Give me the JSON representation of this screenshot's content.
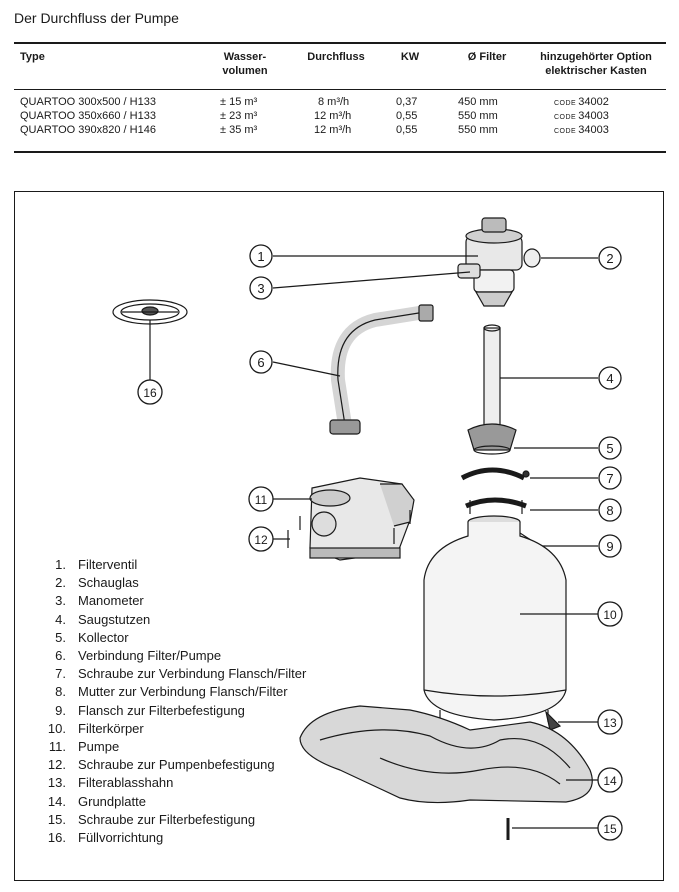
{
  "title": "Der Durchfluss der Pumpe",
  "table": {
    "headers": {
      "type": "Type",
      "wasser": [
        "Wasser-",
        "volumen"
      ],
      "durchfluss": "Durchfluss",
      "kw": "KW",
      "filter": "Ø Filter",
      "option": [
        "hinzugehörter Option",
        "elektrischer Kasten"
      ]
    },
    "rows": [
      {
        "type": "QUARTOO 300x500 / H133",
        "wasser": "± 15 m³",
        "durchfluss": "8 m³/h",
        "kw": "0,37",
        "filter": "450 mm",
        "code_prefix": "CODE",
        "code": "34002"
      },
      {
        "type": "QUARTOO 350x660 / H133",
        "wasser": "± 23 m³",
        "durchfluss": "12 m³/h",
        "kw": "0,55",
        "filter": "550 mm",
        "code_prefix": "CODE",
        "code": "34003"
      },
      {
        "type": "QUARTOO 390x820 / H146",
        "wasser": "± 35 m³",
        "durchfluss": "12 m³/h",
        "kw": "0,55",
        "filter": "550 mm",
        "code_prefix": "CODE",
        "code": "34003"
      }
    ]
  },
  "legend": [
    {
      "num": "1.",
      "label": "Filterventil"
    },
    {
      "num": "2.",
      "label": "Schauglas"
    },
    {
      "num": "3.",
      "label": "Manometer"
    },
    {
      "num": "4.",
      "label": "Saugstutzen"
    },
    {
      "num": "5.",
      "label": "Kollector"
    },
    {
      "num": "6.",
      "label": "Verbindung Filter/Pumpe"
    },
    {
      "num": "7.",
      "label": "Schraube zur Verbindung Flansch/Filter"
    },
    {
      "num": "8.",
      "label": "Mutter zur Verbindung Flansch/Filter"
    },
    {
      "num": "9.",
      "label": "Flansch zur Filterbefestigung"
    },
    {
      "num": "10.",
      "label": "Filterkörper"
    },
    {
      "num": "11.",
      "label": "Pumpe"
    },
    {
      "num": "12.",
      "label": "Schraube zur Pumpenbefestigung"
    },
    {
      "num": "13.",
      "label": "Filterablasshahn"
    },
    {
      "num": "14.",
      "label": "Grundplatte"
    },
    {
      "num": "15.",
      "label": "Schraube zur Filterbefestigung"
    },
    {
      "num": "16.",
      "label": "Füllvorrichtung"
    }
  ],
  "callouts": [
    "1",
    "2",
    "3",
    "4",
    "5",
    "6",
    "7",
    "8",
    "9",
    "10",
    "11",
    "12",
    "13",
    "14",
    "15",
    "16"
  ]
}
